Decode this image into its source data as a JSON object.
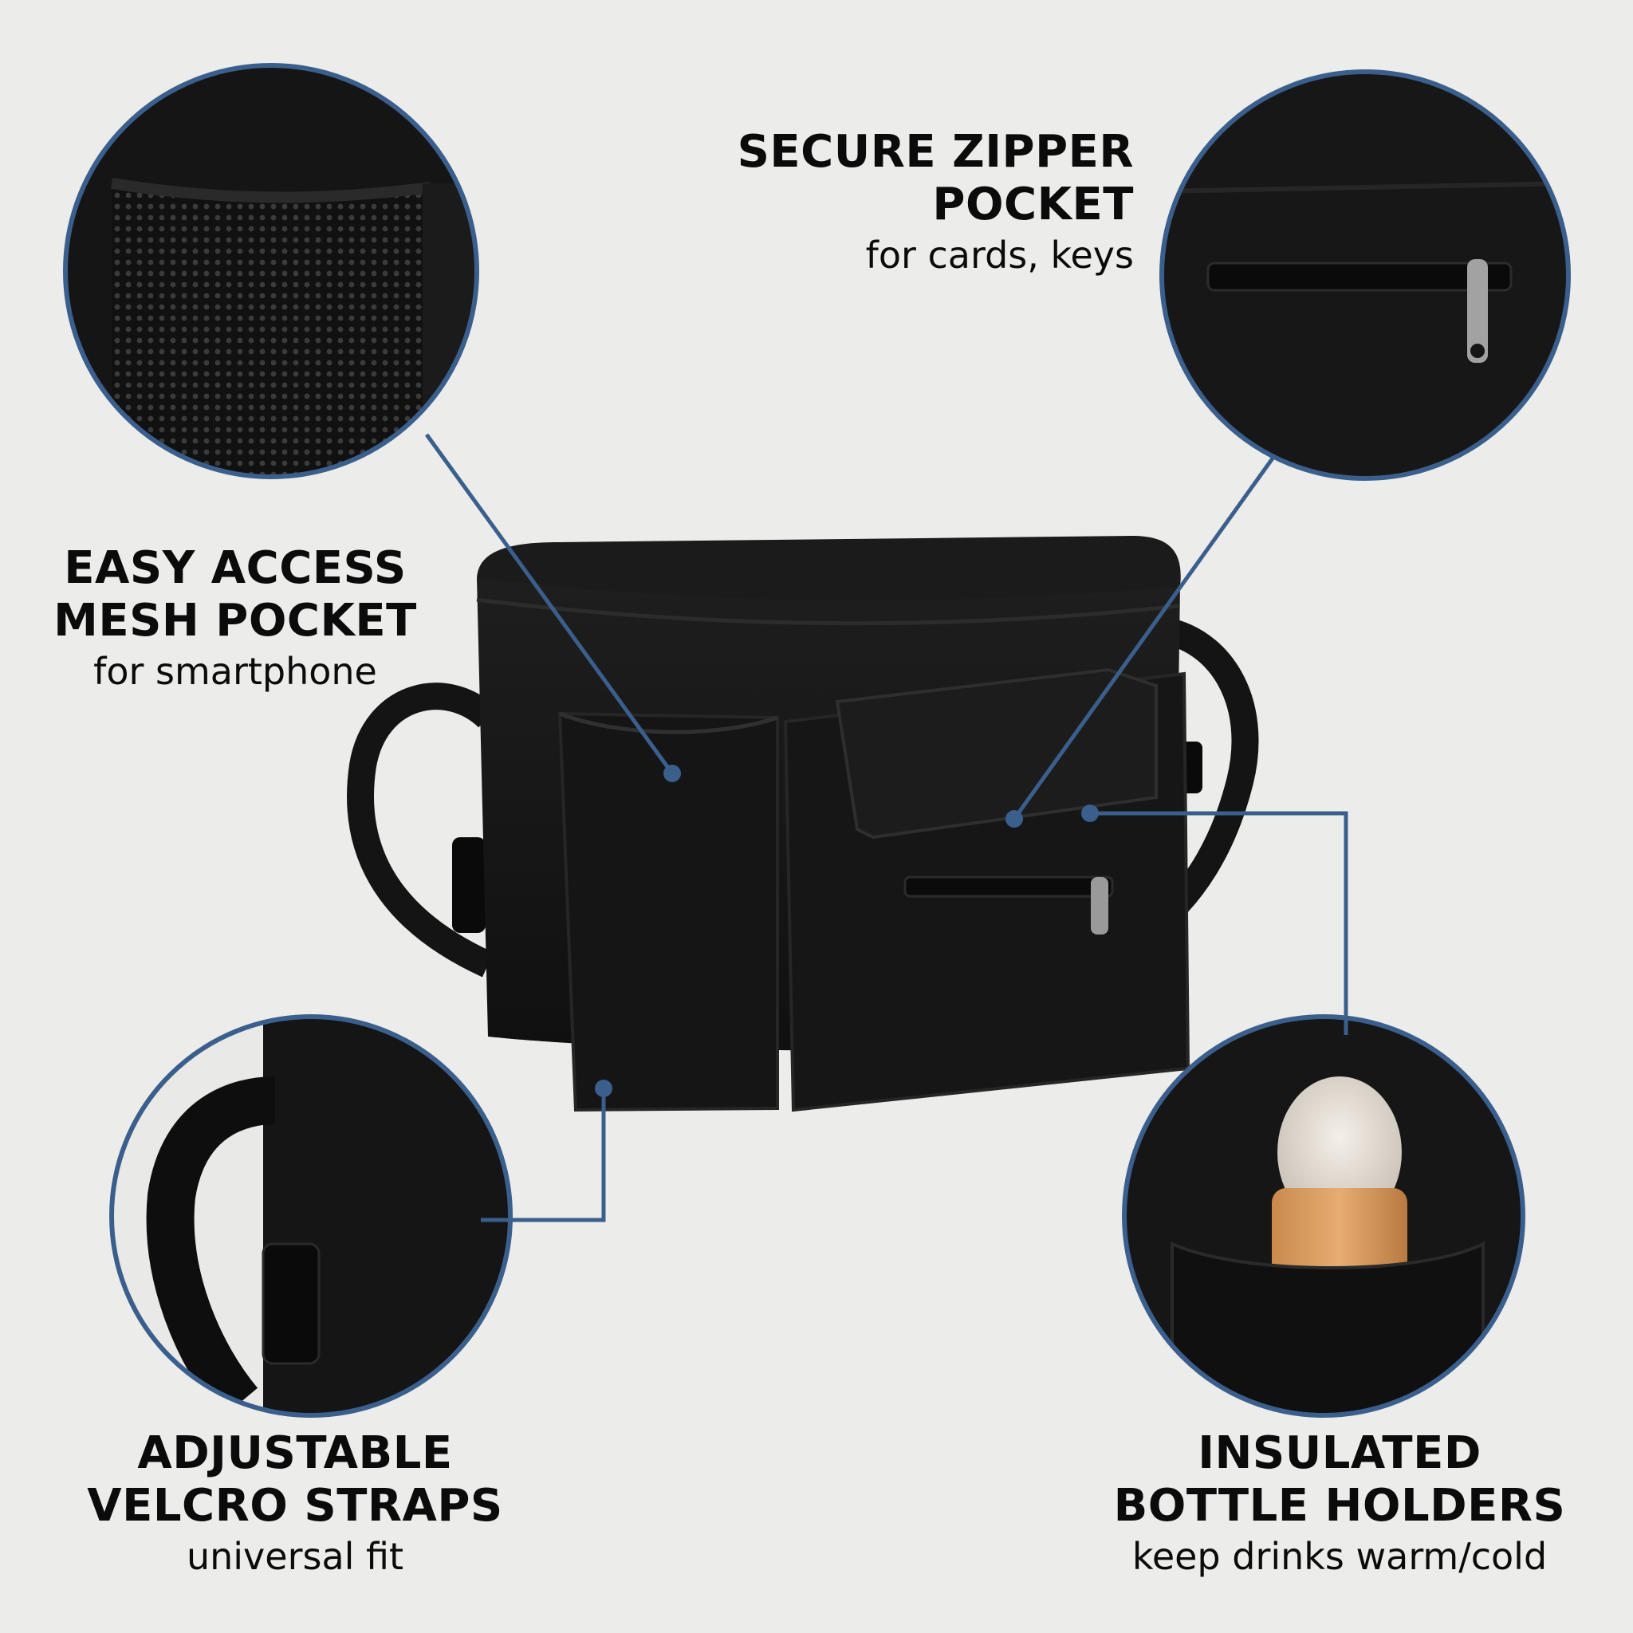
{
  "colors": {
    "background": "#ececea",
    "accent_blue": "#3a5f8c",
    "bag_black": "#161616",
    "text": "#0b0b0b"
  },
  "callouts": {
    "mesh_pocket": {
      "title_line1": "EASY ACCESS",
      "title_line2": "MESH POCKET",
      "subtitle": "for smartphone"
    },
    "zipper_pocket": {
      "title_line1": "SECURE ZIPPER",
      "title_line2": "POCKET",
      "subtitle": "for cards, keys"
    },
    "straps": {
      "title_line1": "ADJUSTABLE",
      "title_line2": "VELCRO STRAPS",
      "subtitle": "universal fit"
    },
    "bottle_holders": {
      "title_line1": "INSULATED",
      "title_line2": "BOTTLE HOLDERS",
      "subtitle": "keep drinks warm/cold"
    }
  }
}
